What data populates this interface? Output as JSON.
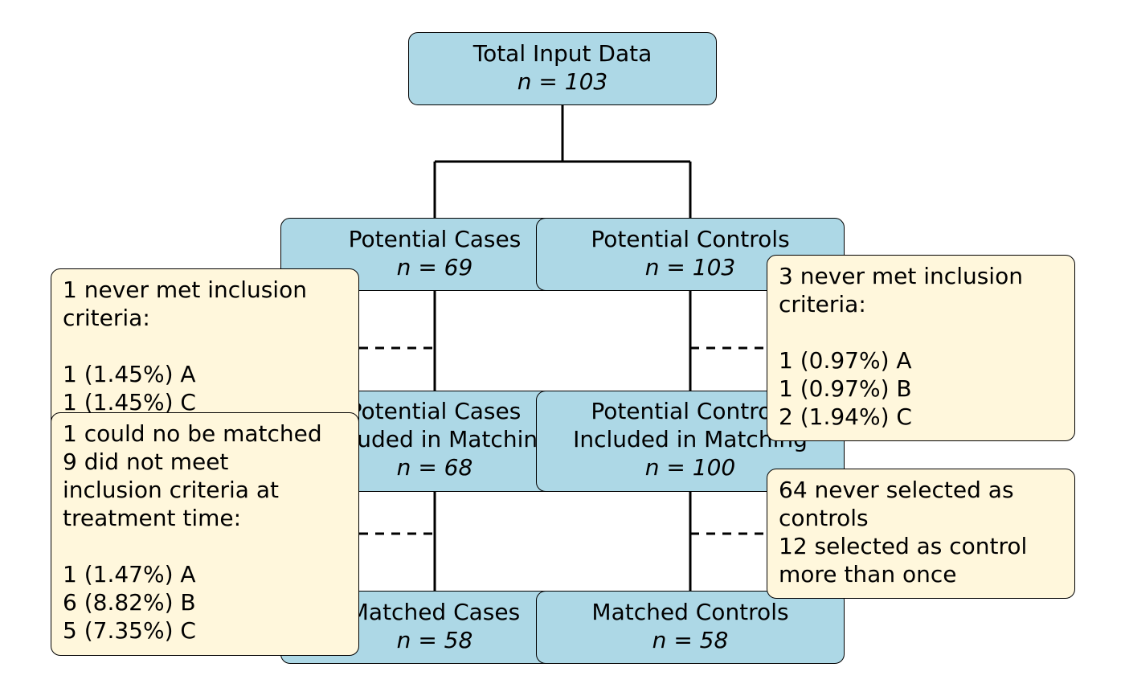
{
  "total": {
    "title": "Total Input Data",
    "n": "n = 103"
  },
  "cases": {
    "potential": {
      "title": "Potential Cases",
      "n": "n = 69"
    },
    "included": {
      "line1": "Potential Cases",
      "line2": "Included in Matching",
      "n": "n = 68"
    },
    "matched": {
      "title": "Matched Cases",
      "n": "n = 58"
    }
  },
  "controls": {
    "potential": {
      "title": "Potential Controls",
      "n": "n = 103"
    },
    "included": {
      "line1": "Potential Controls",
      "line2": "Included in Matching",
      "n": "n = 100"
    },
    "matched": {
      "title": "Matched Controls",
      "n": "n = 58"
    }
  },
  "notes": {
    "cases_inclusion": {
      "lines": [
        "1 never met inclusion",
        "criteria:"
      ],
      "items": [
        "1 (1.45%) A",
        "1 (1.45%) C"
      ]
    },
    "cases_matching": {
      "lines": [
        "1 could no be matched",
        "9 did not meet",
        "inclusion criteria at",
        "treatment time:"
      ],
      "items": [
        "1 (1.47%) A",
        "6 (8.82%) B",
        "5 (7.35%) C"
      ]
    },
    "controls_inclusion": {
      "lines": [
        "3 never met inclusion",
        "criteria:"
      ],
      "items": [
        "1 (0.97%) A",
        "1 (0.97%) B",
        "2 (1.94%) C"
      ]
    },
    "controls_matching": {
      "lines": [
        "64 never selected as",
        "controls",
        "12 selected as control",
        "more than once"
      ]
    }
  },
  "colors": {
    "node": "#add8e6",
    "note": "#fff7dc",
    "line": "#000000"
  }
}
